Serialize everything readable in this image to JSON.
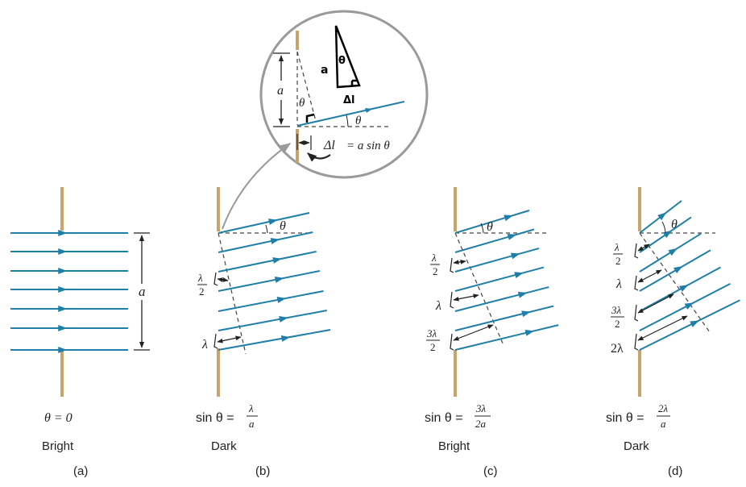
{
  "colors": {
    "ray": "#1f7fa8",
    "slit": "#c9a46a",
    "ink": "#222222",
    "dash": "#444444",
    "circle": "#9a9a9a"
  },
  "inset": {
    "theta_left": "θ",
    "theta_right": "θ",
    "a_label": "a",
    "hand_a": "a",
    "hand_theta": "θ",
    "hand_dl": "Δl",
    "path_diff_lhs": "Δl",
    "path_diff_rhs": "= a sin θ"
  },
  "panels": [
    {
      "id": "a",
      "sub": "(a)",
      "kind": "Bright",
      "eq_lhs": "θ = 0",
      "width_label": "a"
    },
    {
      "id": "b",
      "sub": "(b)",
      "kind": "Dark",
      "eq_lhs": "sin θ =",
      "eq_num": "λ",
      "eq_den": "a",
      "theta": "θ",
      "marks": [
        {
          "num": "λ",
          "den": "2"
        },
        {
          "text": "λ"
        }
      ]
    },
    {
      "id": "c",
      "sub": "(c)",
      "kind": "Bright",
      "eq_lhs": "sin θ =",
      "eq_num": "3λ",
      "eq_den": "2a",
      "theta": "θ",
      "marks": [
        {
          "num": "λ",
          "den": "2"
        },
        {
          "text": "λ"
        },
        {
          "num": "3λ",
          "den": "2"
        }
      ]
    },
    {
      "id": "d",
      "sub": "(d)",
      "kind": "Dark",
      "eq_lhs": "sin θ =",
      "eq_num": "2λ",
      "eq_den": "a",
      "theta": "θ",
      "marks": [
        {
          "num": "λ",
          "den": "2"
        },
        {
          "text": "λ"
        },
        {
          "num": "3λ",
          "den": "2"
        },
        {
          "text": "2λ"
        }
      ]
    }
  ]
}
